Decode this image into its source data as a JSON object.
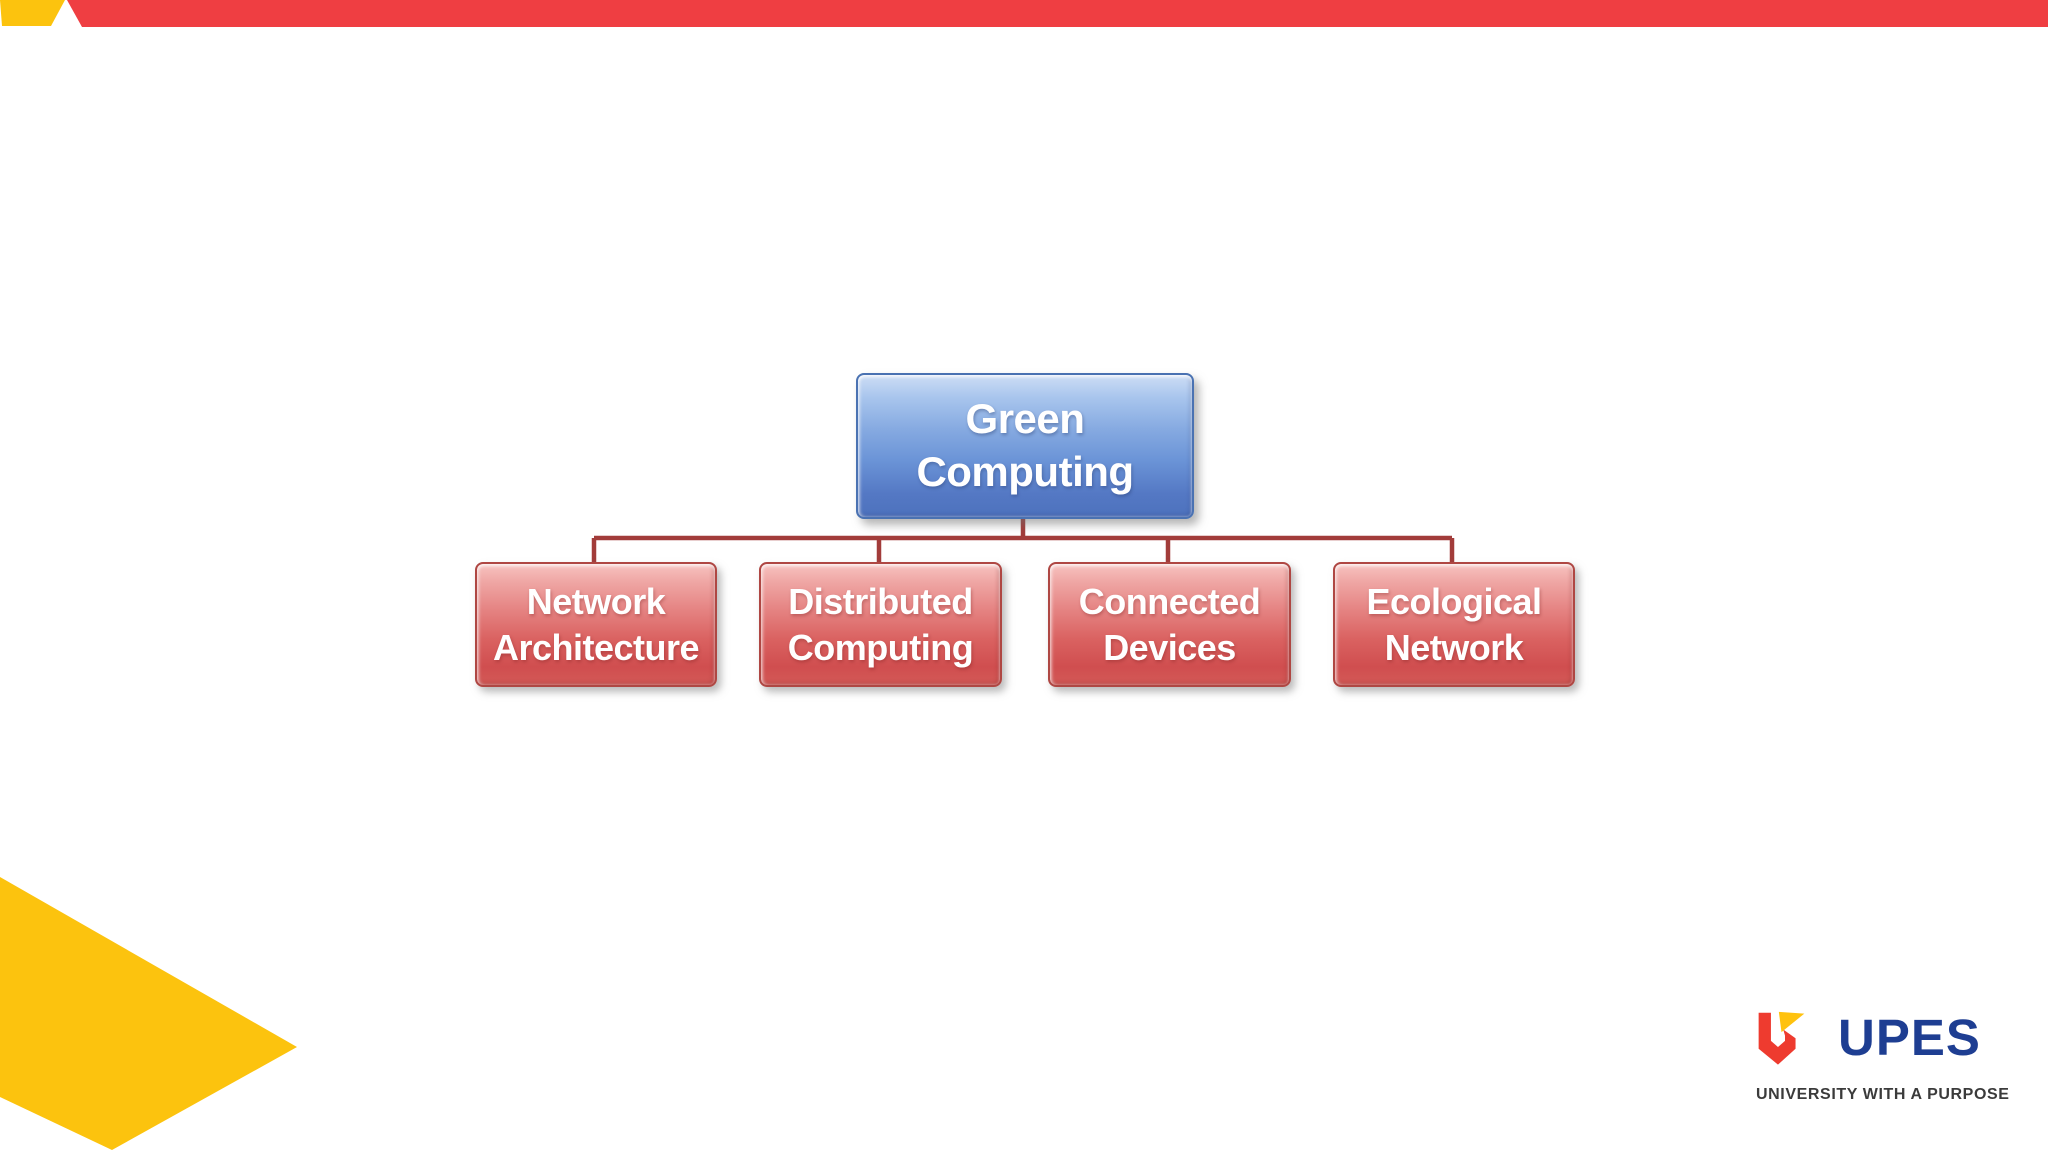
{
  "diagram": {
    "type": "hierarchy",
    "root": {
      "label": "Green Computing"
    },
    "children": [
      {
        "label": "Network Architecture"
      },
      {
        "label": "Distributed Computing"
      },
      {
        "label": "Connected Devices"
      },
      {
        "label": "Ecological Network"
      }
    ]
  },
  "logo": {
    "brand": "UPES",
    "tagline": "UNIVERSITY WITH A PURPOSE"
  },
  "colors": {
    "bar-red": "#EF3E42",
    "accent-yellow": "#FCC30E",
    "connector-red": "#A23C3A",
    "node-blue-border": "#4A72B2",
    "node-red-border": "#AF4743",
    "brand-navy": "#1E3E92",
    "logo-red": "#EE3B2F",
    "logo-yellow": "#FFC20E",
    "tagline-gray": "#3B3B3B"
  }
}
